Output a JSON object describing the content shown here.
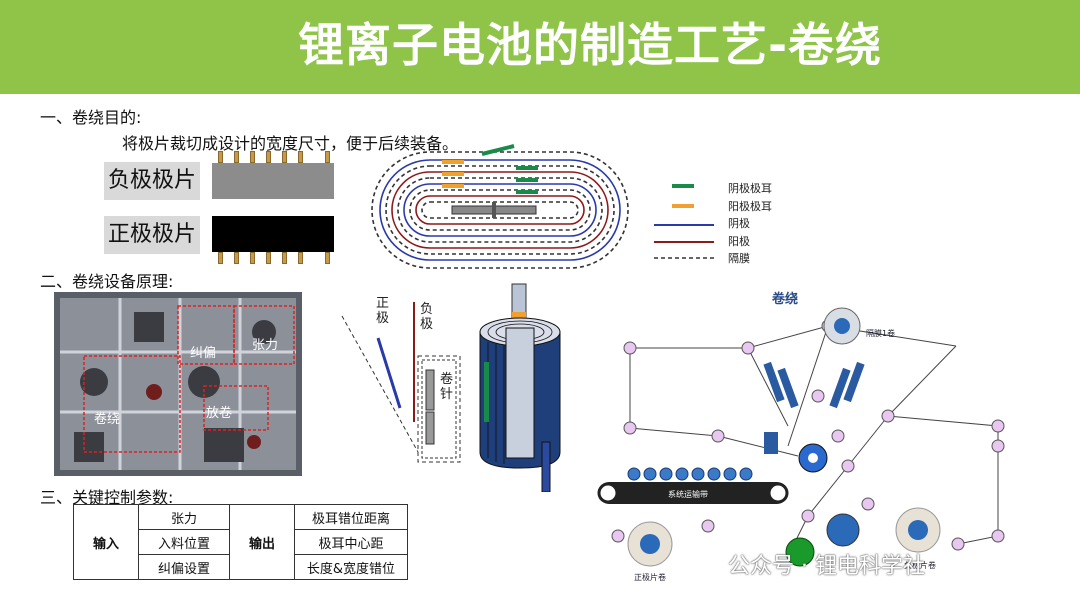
{
  "title": "锂离子电池的制造工艺-卷绕",
  "section1": {
    "heading": "一、卷绕目的:",
    "description": "将极片裁切成设计的宽度尺寸，便于后续装备。",
    "negative_label": "负极极片",
    "positive_label": "正极极片"
  },
  "legend": [
    {
      "label": "阴极极耳",
      "color": "#1a8a4a"
    },
    {
      "label": "阳极极耳",
      "color": "#f0a030"
    },
    {
      "label": "阴极",
      "color": "#2a3aa8"
    },
    {
      "label": "阳极",
      "color": "#8b1a1a"
    },
    {
      "label": "隔膜",
      "color": "#333333"
    }
  ],
  "section2": {
    "heading": "二、卷绕设备原理:",
    "photo_labels": {
      "deviation": "纠偏",
      "tension": "张力",
      "winding": "卷绕",
      "unwind": "放卷"
    },
    "diagram_labels": {
      "positive": "正极",
      "negative": "负极",
      "needle": "卷针"
    }
  },
  "process": {
    "title": "卷绕",
    "separator_roll": "隔膜1卷",
    "conveyor": "系统运输带",
    "positive_roll": "正极片卷",
    "negative_roll": "负极片卷"
  },
  "section3": {
    "heading": "三、关键控制参数:",
    "input_label": "输入",
    "inputs": [
      "张力",
      "入料位置",
      "纠偏设置"
    ],
    "output_label": "输出",
    "outputs": [
      "极耳错位距离",
      "极耳中心距",
      "长度&宽度错位"
    ]
  },
  "watermark": "公众号 · 锂电科学社"
}
